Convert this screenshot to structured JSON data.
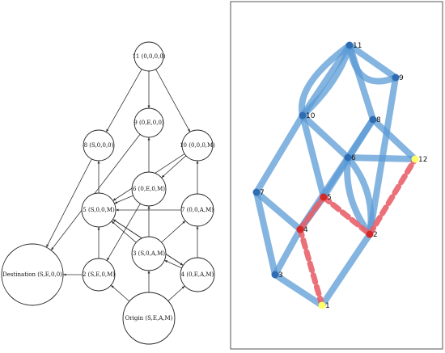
{
  "left_graph": {
    "nodes": [
      {
        "id": "n11",
        "label": "11 (0,0,0,0)"
      },
      {
        "id": "n9",
        "label": "9 (0,E,0,0)"
      },
      {
        "id": "n8",
        "label": "8 (S,0,0,0)"
      },
      {
        "id": "n10",
        "label": "10 (0,0,0,M)"
      },
      {
        "id": "n6",
        "label": "6 (0,E,0,M)"
      },
      {
        "id": "n5",
        "label": "5 (S,0,0,M)"
      },
      {
        "id": "n7",
        "label": "7 (0,0,A,M)"
      },
      {
        "id": "n3",
        "label": "3 (S,0,A,M)"
      },
      {
        "id": "n2",
        "label": "2 (S,E,0,M)"
      },
      {
        "id": "n4",
        "label": "4 (0,E,A,M)"
      },
      {
        "id": "ndest",
        "label": "Destination (S,E,0,0)"
      },
      {
        "id": "norigin",
        "label": "Origin (S,E,A,M)"
      }
    ]
  },
  "right_graph": {
    "colors": {
      "edge": "#5b9bd5",
      "path": "#e8606a",
      "node_blue": "#2f6db3",
      "node_red": "#d62728",
      "node_yellow": "#ffff66",
      "frame": "#555555"
    },
    "nodes": [
      {
        "id": "r1",
        "label": "1",
        "color": "yellow"
      },
      {
        "id": "r2",
        "label": "2",
        "color": "red"
      },
      {
        "id": "r3",
        "label": "3",
        "color": "blue"
      },
      {
        "id": "r4",
        "label": "4",
        "color": "red"
      },
      {
        "id": "r5",
        "label": "5",
        "color": "red"
      },
      {
        "id": "r6",
        "label": "6",
        "color": "blue"
      },
      {
        "id": "r7",
        "label": "7",
        "color": "blue"
      },
      {
        "id": "r8",
        "label": "8",
        "color": "blue"
      },
      {
        "id": "r9",
        "label": "9",
        "color": "blue"
      },
      {
        "id": "r10",
        "label": "10",
        "color": "blue"
      },
      {
        "id": "r11",
        "label": "11",
        "color": "blue"
      },
      {
        "id": "r12",
        "label": "12",
        "color": "yellow"
      }
    ]
  }
}
